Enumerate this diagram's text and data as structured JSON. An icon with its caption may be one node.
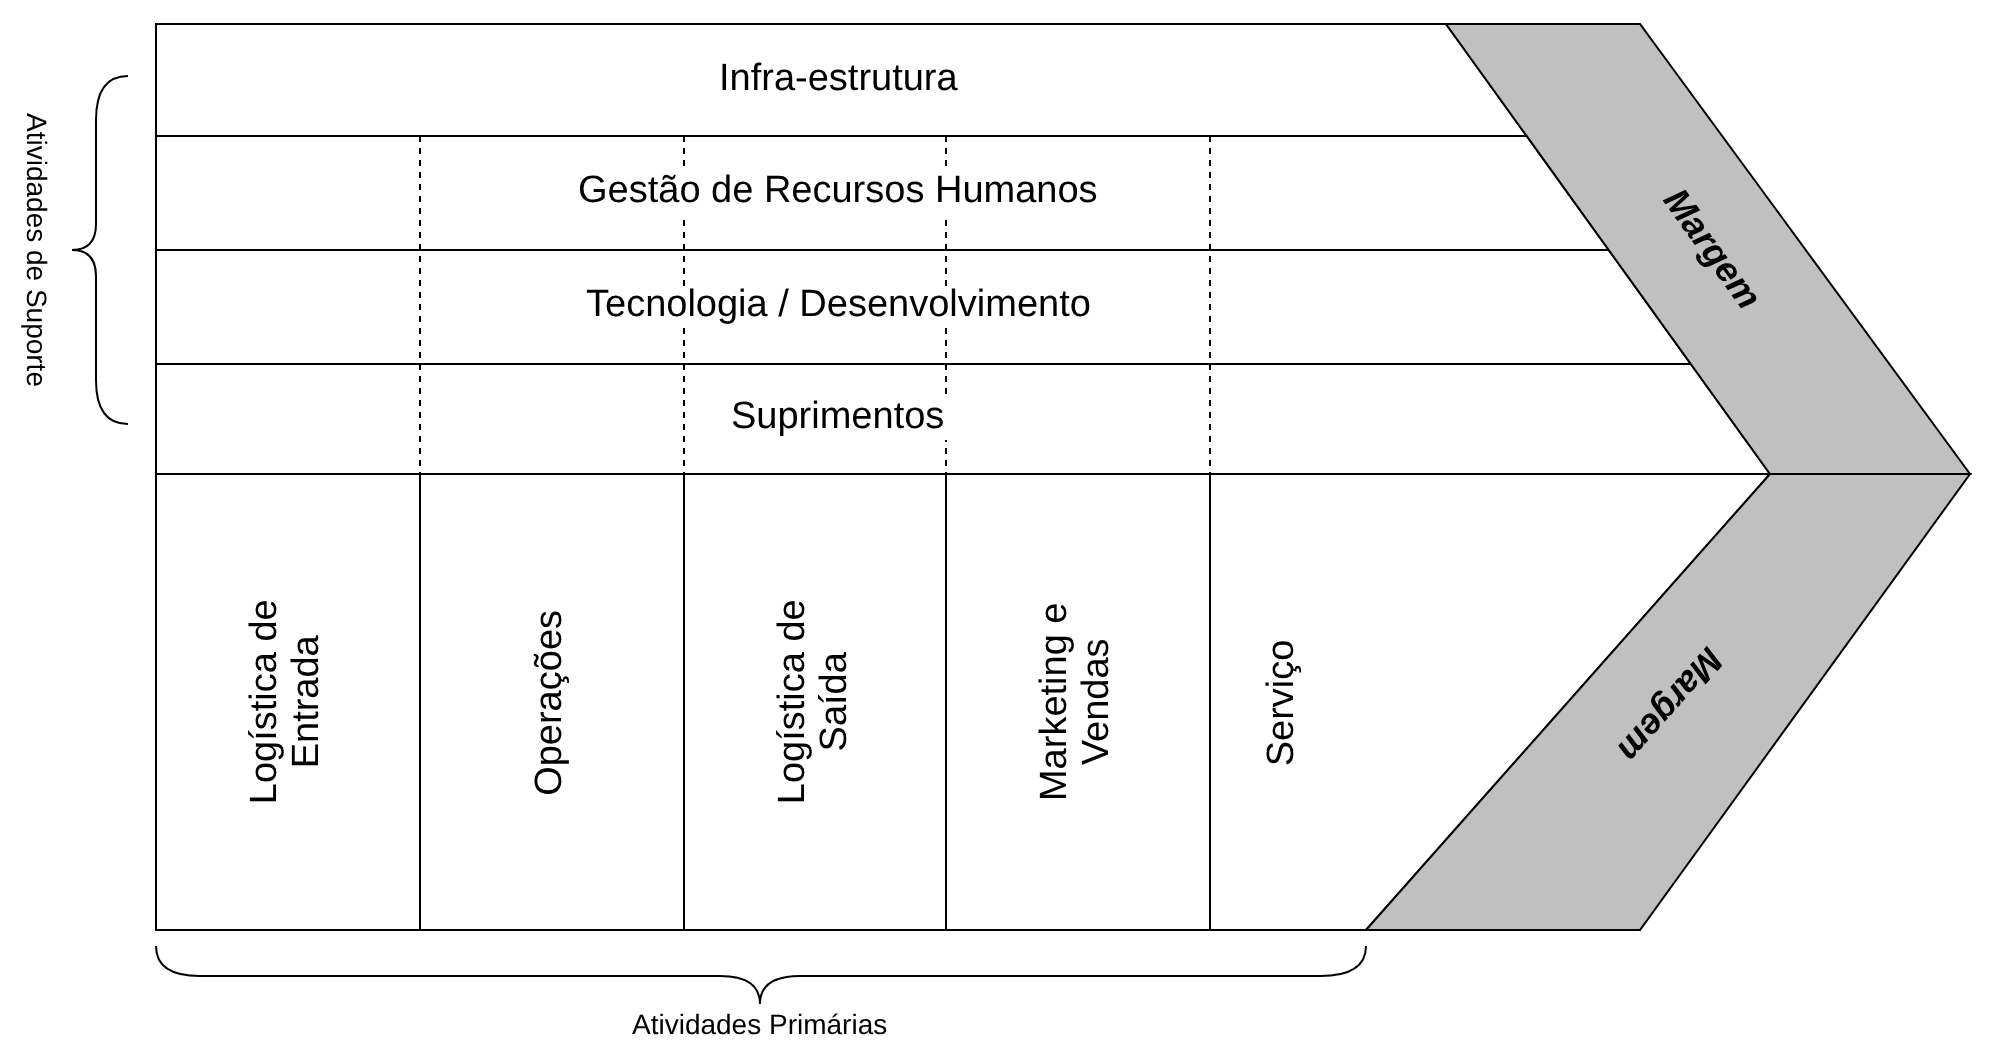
{
  "diagram": {
    "nodes": [
      {
        "text": [
          "Infra-estrutura"
        ]
      },
      {
        "text": [
          "Gestão de Recursos Humanos"
        ]
      },
      {
        "text": [
          "Tecnologia / Desenvolvimento"
        ]
      },
      {
        "text": [
          "Suprimentos"
        ]
      },
      {
        "text": [
          "Logística de Entrada"
        ]
      },
      {
        "text": [
          "Operações"
        ]
      },
      {
        "text": [
          "Logística de Saída"
        ]
      },
      {
        "text": [
          "Marketing e Vendas"
        ]
      },
      {
        "text": [
          "Serviço"
        ]
      },
      {
        "text": [
          "Margem"
        ]
      },
      {
        "text": [
          "Margem"
        ]
      }
    ],
    "edges": [],
    "labels": [
      "Atividades de Suporte",
      "Atividades Primárias"
    ]
  }
}
